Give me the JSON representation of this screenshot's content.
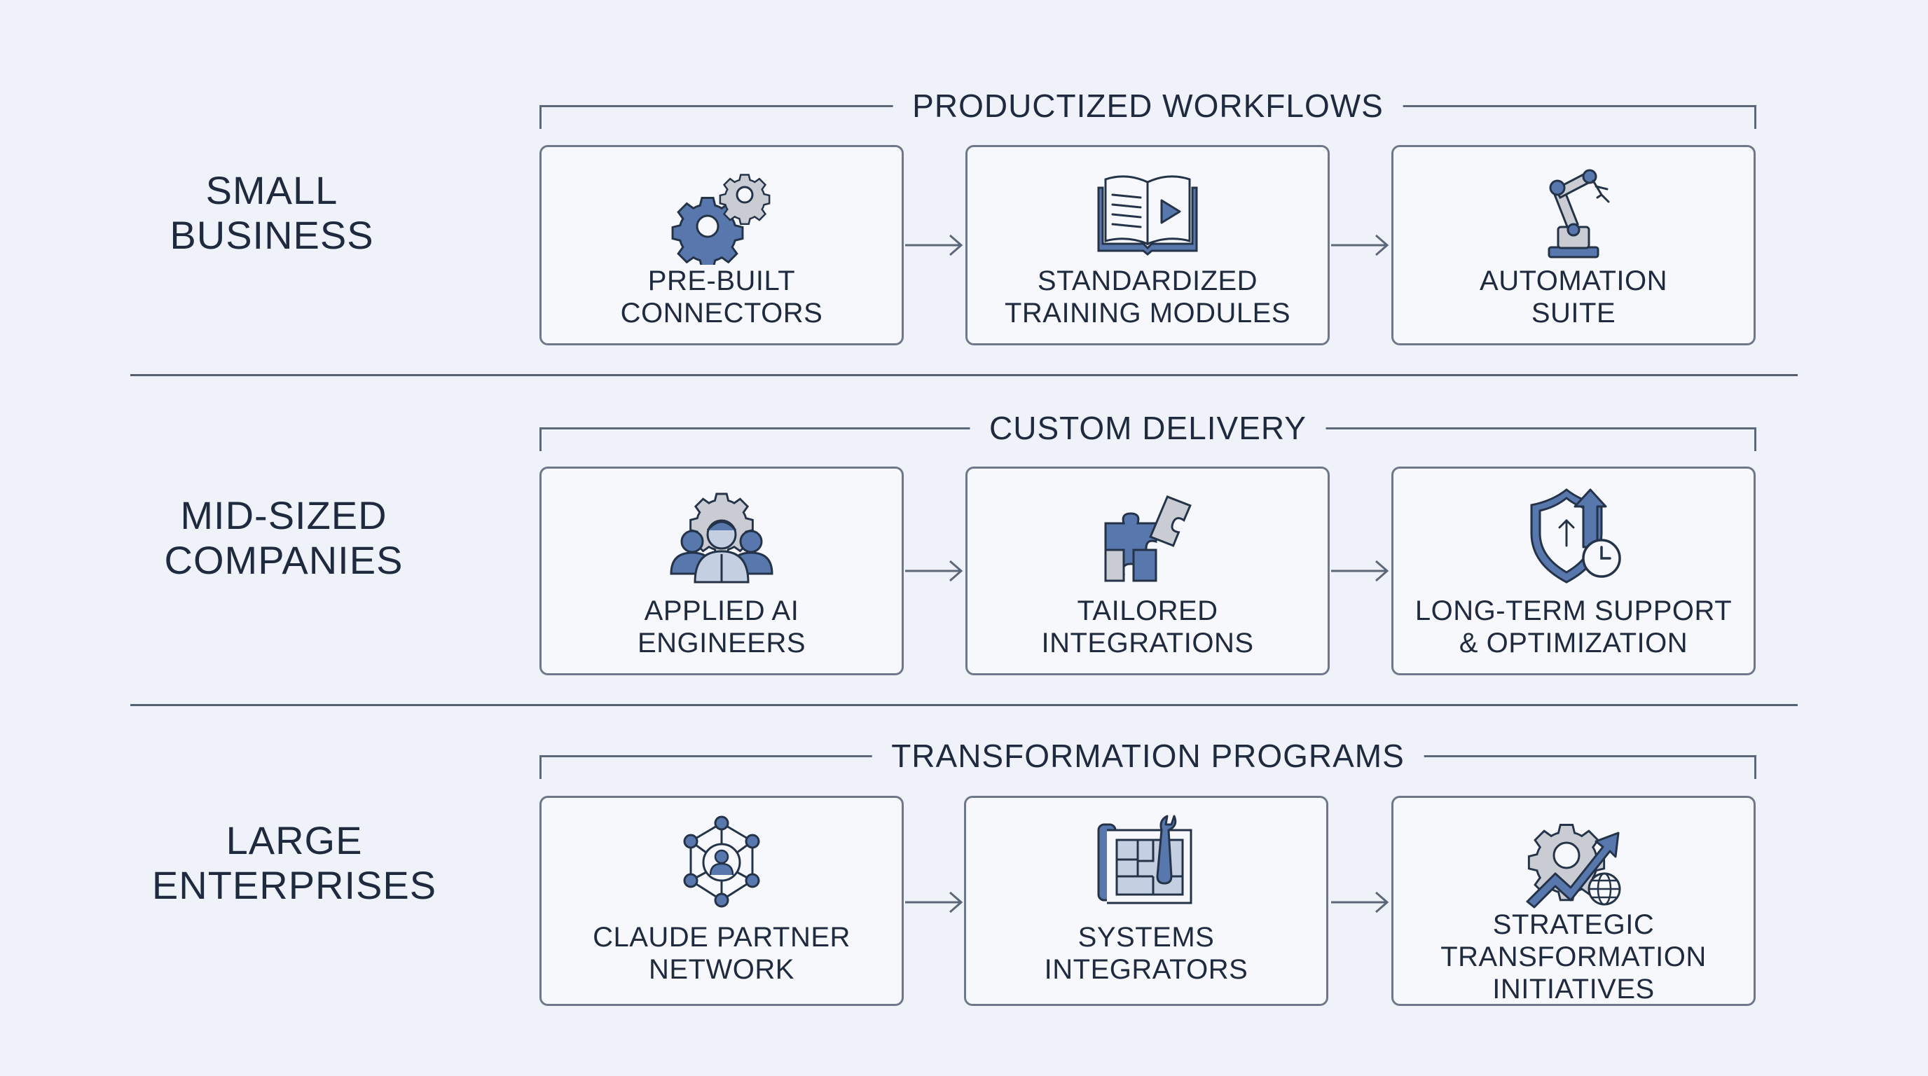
{
  "colors": {
    "background": "#eff3f9",
    "icon_fill": "#5877ad",
    "icon_light": "#c4cfe2",
    "icon_gray": "#c9ccd2",
    "outline": "#253349",
    "card_border": "#6e7888"
  },
  "segments": [
    {
      "label": "SMALL\nBUSINESS",
      "group_title": "PRODUCTIZED WORKFLOWS",
      "cards": [
        {
          "label": "PRE-BUILT\nCONNECTORS",
          "icon": "gears-icon"
        },
        {
          "label": "STANDARDIZED\nTRAINING MODULES",
          "icon": "book-play-icon"
        },
        {
          "label": "AUTOMATION\nSUITE",
          "icon": "robot-arm-icon"
        }
      ]
    },
    {
      "label": "MID-SIZED\nCOMPANIES",
      "group_title": "CUSTOM DELIVERY",
      "cards": [
        {
          "label": "APPLIED AI\nENGINEERS",
          "icon": "engineers-gear-icon"
        },
        {
          "label": "TAILORED\nINTEGRATIONS",
          "icon": "puzzle-icon"
        },
        {
          "label": "LONG-TERM SUPPORT\n& OPTIMIZATION",
          "icon": "shield-arrow-clock-icon"
        }
      ]
    },
    {
      "label": "LARGE\nENTERPRISES",
      "group_title": "TRANSFORMATION PROGRAMS",
      "cards": [
        {
          "label": "CLAUDE PARTNER\nNETWORK",
          "icon": "network-person-icon"
        },
        {
          "label": "SYSTEMS\nINTEGRATORS",
          "icon": "blueprint-wrench-icon"
        },
        {
          "label": "STRATEGIC\nTRANSFORMATION\nINITIATIVES",
          "icon": "gear-growth-globe-icon"
        }
      ]
    }
  ]
}
